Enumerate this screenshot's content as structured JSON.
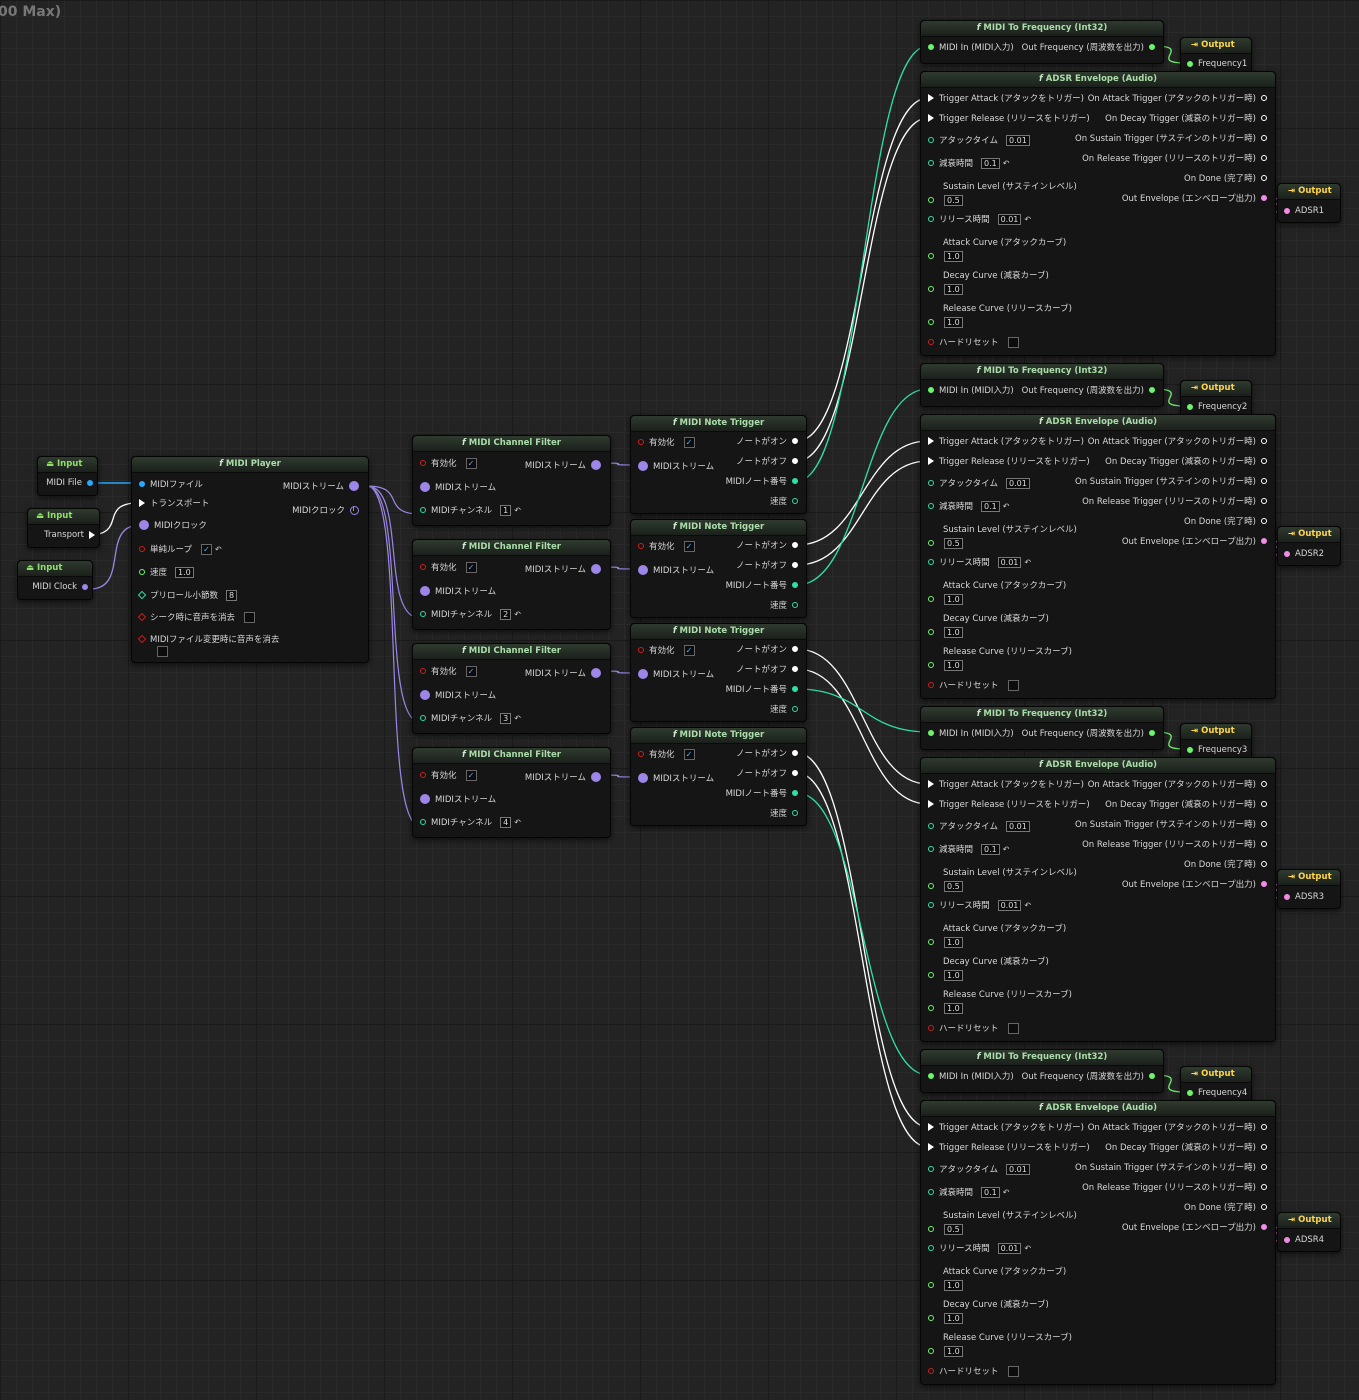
{
  "graph_title": "00 Max)",
  "inputs": [
    {
      "head": "Input",
      "label": "MIDI File"
    },
    {
      "head": "Input",
      "label": "Transport"
    },
    {
      "head": "Input",
      "label": "MIDI Clock"
    }
  ],
  "midi_player": {
    "title": "MIDI Player",
    "in_pins": [
      "MIDIファイル",
      "トランスポート",
      "MIDIクロック",
      "単純ループ",
      "速度",
      "プリロール小節数",
      "シーク時に音声を消去",
      "MIDIファイル変更時に音声を消去"
    ],
    "speed_value": "1.0",
    "preroll_value": "8",
    "out_pins": [
      "MIDIストリーム",
      "MIDIクロック"
    ]
  },
  "channel_filter": {
    "title": "MIDI Channel Filter",
    "enable": "有効化",
    "stream_in": "MIDIストリーム",
    "channel": "MIDIチャンネル",
    "stream_out": "MIDIストリーム",
    "channels": [
      "1",
      "2",
      "3",
      "4"
    ]
  },
  "note_trigger": {
    "title": "MIDI Note Trigger",
    "enable": "有効化",
    "stream_in": "MIDIストリーム",
    "note_on": "ノートがオン",
    "note_off": "ノートがオフ",
    "note_num": "MIDIノート番号",
    "velocity": "速度"
  },
  "freq": {
    "title": "MIDI To Frequency (Int32)",
    "in": "MIDI In (MIDI入力)",
    "out": "Out Frequency (周波数を出力)"
  },
  "adsr": {
    "title": "ADSR Envelope (Audio)",
    "trigger_attack": "Trigger Attack (アタックをトリガー)",
    "trigger_release": "Trigger Release (リリースをトリガー)",
    "attack_time": "アタックタイム",
    "attack_time_value": "0.01",
    "decay_time": "減衰時間",
    "decay_time_value": "0.1",
    "sustain_level": "Sustain Level (サステインレベル)",
    "sustain_value": "0.5",
    "release_time": "リリース時間",
    "release_time_value": "0.01",
    "attack_curve": "Attack Curve (アタックカーブ)",
    "decay_curve": "Decay Curve (減衰カーブ)",
    "release_curve": "Release Curve (リリースカーブ)",
    "curve_value": "1.0",
    "hard_reset": "ハードリセット",
    "on_attack": "On Attack Trigger (アタックのトリガー時)",
    "on_decay": "On Decay Trigger (減衰のトリガー時)",
    "on_sustain": "On Sustain Trigger (サステインのトリガー時)",
    "on_release": "On Release Trigger (リリースのトリガー時)",
    "on_done": "On Done (完了時)",
    "out_env": "Out Envelope (エンベロープ出力)"
  },
  "output_head": "Output",
  "freq_outputs": [
    "Frequency1",
    "Frequency2",
    "Frequency3",
    "Frequency4"
  ],
  "adsr_outputs": [
    "ADSR1",
    "ADSR2",
    "ADSR3",
    "ADSR4"
  ],
  "colors": {
    "float": "#6cf46c",
    "midi": "#9d86e8",
    "trigger": "#ffffff",
    "int": "#2de0a6",
    "bool": "#d21b1b",
    "audio": "#f28be5",
    "file": "#28a8ff"
  }
}
